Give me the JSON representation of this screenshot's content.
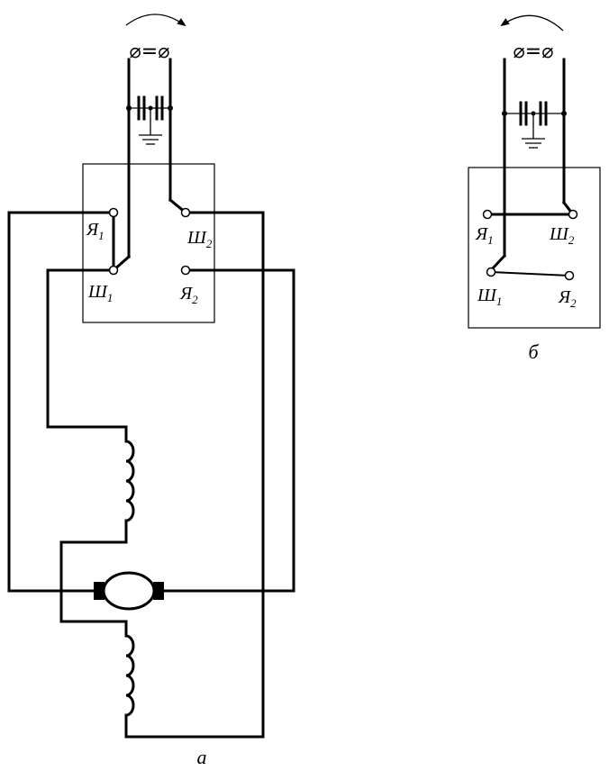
{
  "diagram_a": {
    "caption": "а",
    "terminals": {
      "ya1": {
        "letter": "Я",
        "sub": "1"
      },
      "sh1": {
        "letter": "Ш",
        "sub": "1"
      },
      "sh2": {
        "letter": "Ш",
        "sub": "2"
      },
      "ya2": {
        "letter": "Я",
        "sub": "2"
      }
    },
    "supply_symbol": "⌀=⌀",
    "rotation": "clockwise"
  },
  "diagram_b": {
    "caption": "б",
    "terminals": {
      "ya1": {
        "letter": "Я",
        "sub": "1"
      },
      "sh2": {
        "letter": "Ш",
        "sub": "2"
      },
      "sh1": {
        "letter": "Ш",
        "sub": "1"
      },
      "ya2": {
        "letter": "Я",
        "sub": "2"
      }
    },
    "supply_symbol": "⌀=⌀",
    "rotation": "counterclockwise"
  }
}
